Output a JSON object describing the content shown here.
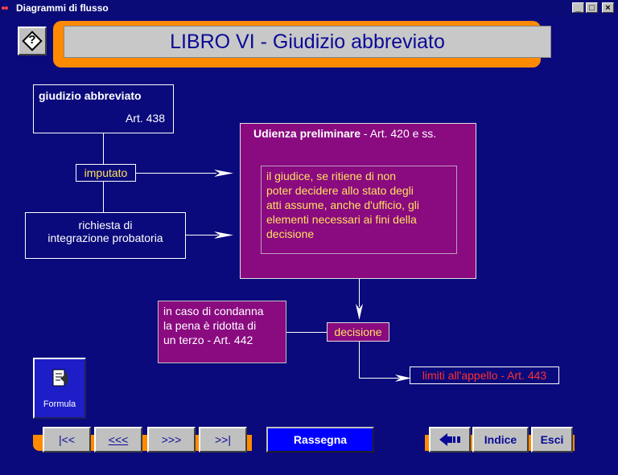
{
  "window": {
    "title": "Diagrammi di flusso",
    "minimize": "_",
    "maximize": "□",
    "close": "×"
  },
  "header": {
    "help_label": "?",
    "title": "LIBRO VI - Giudizio abbreviato"
  },
  "flow": {
    "giudizio": {
      "title": "giudizio abbreviato",
      "article": "Art. 438"
    },
    "imputato": "imputato",
    "richiesta": {
      "line1": "richiesta di",
      "line2": "integrazione probatoria"
    },
    "udienza": {
      "title": "Udienza preliminare",
      "article": " - Art. 420 e ss."
    },
    "giudice_text": {
      "l1": "il giudice, se ritiene di non",
      "l2": "poter decidere allo stato degli",
      "l3": "atti assume, anche d'ufficio, gli",
      "l4": "elementi necessari ai fini della",
      "l5": "decisione"
    },
    "condanna": {
      "l1": "in caso di condanna",
      "l2": "la pena è ridotta di",
      "l3": "un terzo   - Art. 442"
    },
    "decisione": "decisione",
    "limiti": "limiti all'appello - Art. 443"
  },
  "formula_label": "Formula",
  "nav": {
    "first": "|<<",
    "prev": "<<<",
    "next": ">>>",
    "last": ">>|",
    "rassegna": "Rassegna",
    "indice": "Indice",
    "esci": "Esci"
  },
  "colors": {
    "background": "#0a0a7c",
    "purple": "#8a0a80",
    "orange": "#ff8a00",
    "red_text": "#ff3030",
    "yellow_text": "#ffe060"
  }
}
